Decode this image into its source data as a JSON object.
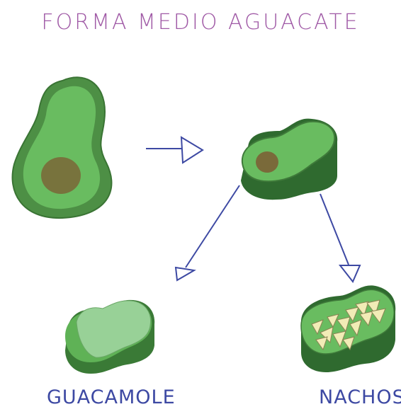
{
  "diagram": {
    "title": "FORMA MEDIO AGUACATE",
    "stages": {
      "whole": "whole-avocado",
      "half": "half-avocado",
      "guacamole": "GUACAMOLE",
      "nachos": "NACHOS"
    },
    "colors": {
      "title": "#a05aa6",
      "arrow": "#3d49a3",
      "skin_dark": "#3f7a3a",
      "skin_mid": "#4c8f46",
      "flesh": "#6bbf62",
      "seed": "#7a6a3a",
      "guac_light": "#98d197",
      "chip": "#f1ecb6"
    }
  }
}
